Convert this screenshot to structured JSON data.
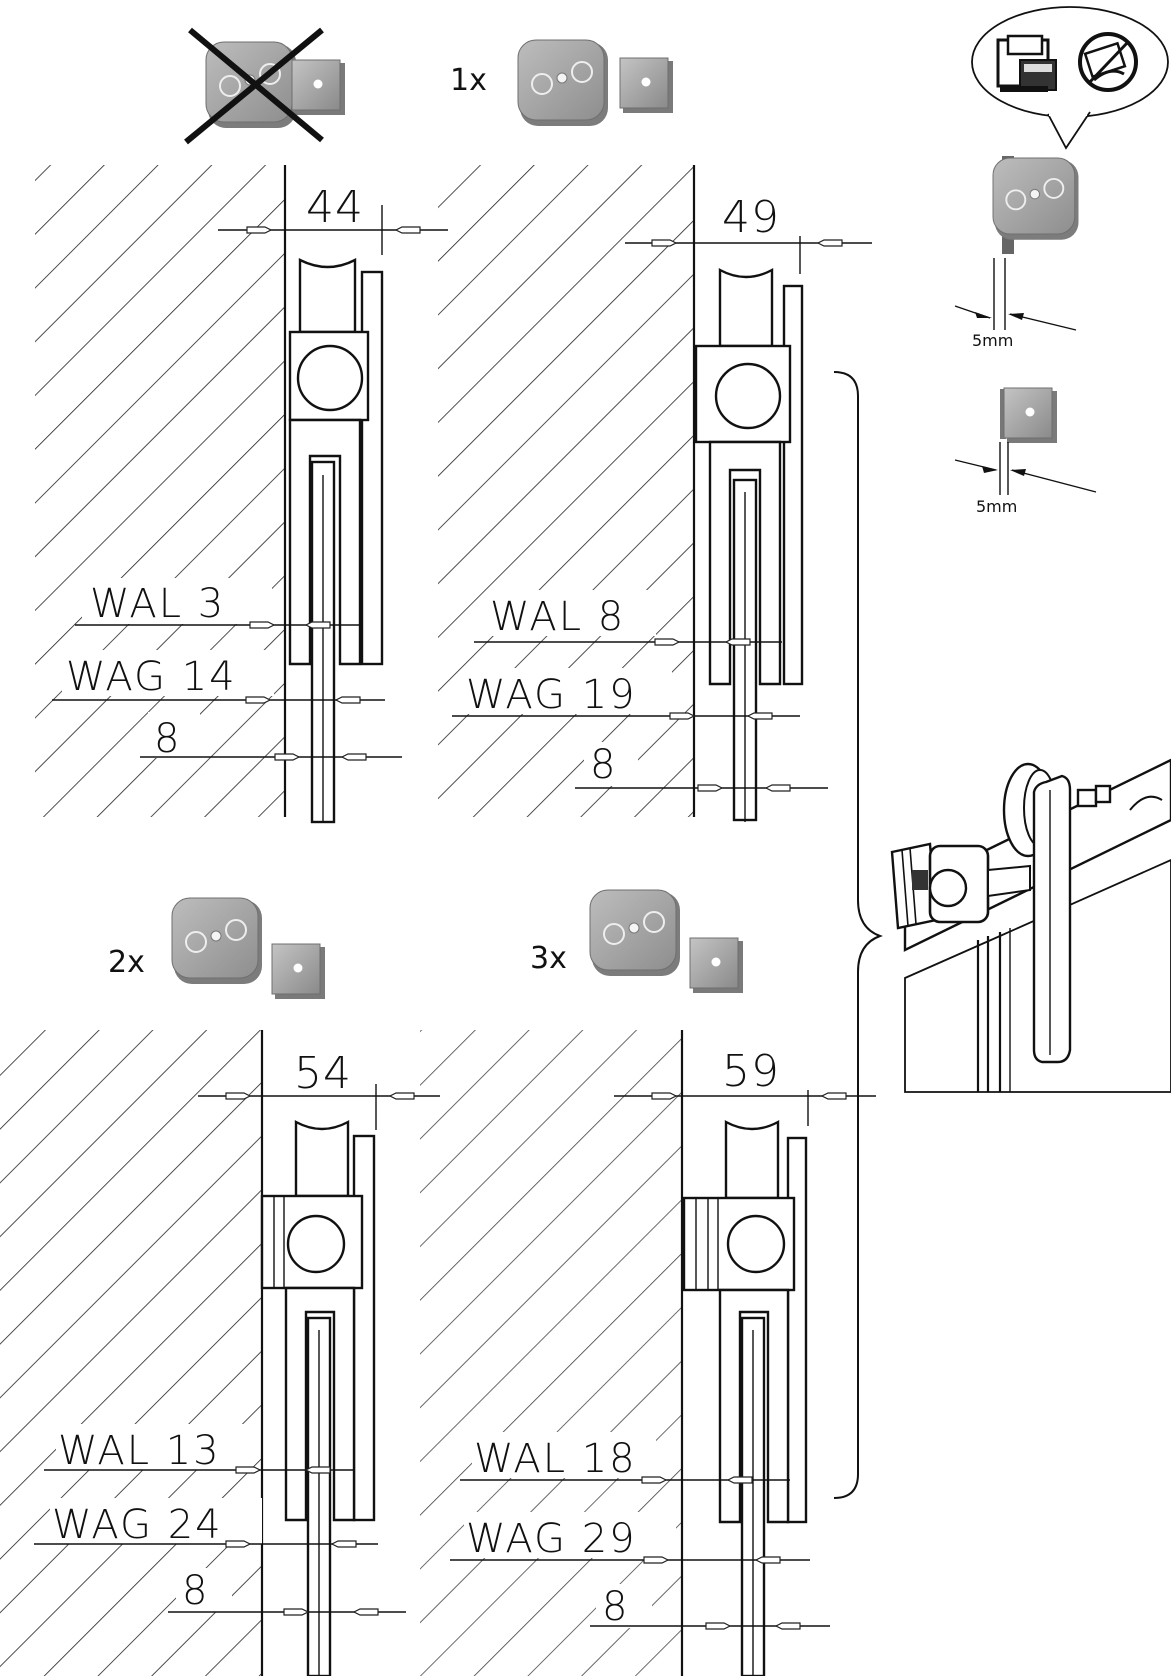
{
  "top": {
    "crossed_option": "",
    "option_1": {
      "count": "1x"
    },
    "info_bubble": {
      "icons": [
        "cash-register-icon",
        "payment-icon"
      ]
    },
    "spacer_round": {
      "thickness": "5mm"
    },
    "spacer_square": {
      "thickness": "5mm"
    }
  },
  "panels": [
    {
      "offset": "44",
      "wal": "WAL 3",
      "wag": "WAG 14",
      "glass": "8"
    },
    {
      "offset": "49",
      "wal": "WAL 8",
      "wag": "WAG 19",
      "glass": "8"
    },
    {
      "count": "2x",
      "offset": "54",
      "wal": "WAL 13",
      "wag": "WAG 24",
      "glass": "8"
    },
    {
      "count": "3x",
      "offset": "59",
      "wal": "WAL 18",
      "wag": "WAG 29",
      "glass": "8"
    }
  ],
  "colors": {
    "part_gray": "#a9a9a9",
    "line": "#111111",
    "background": "#ffffff"
  }
}
